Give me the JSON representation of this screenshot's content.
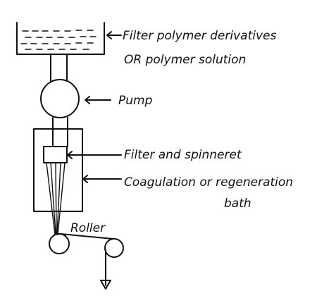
{
  "diagram": {
    "title": "",
    "labels": {
      "reservoir_line1": "Filter polymer derivatives",
      "reservoir_line2": "OR   polymer solution",
      "pump": "Pump",
      "spinneret": "Filter and spinneret",
      "bath_line1": "Coagulation or regeneration",
      "bath_line2": "bath",
      "roller": "Roller"
    }
  }
}
